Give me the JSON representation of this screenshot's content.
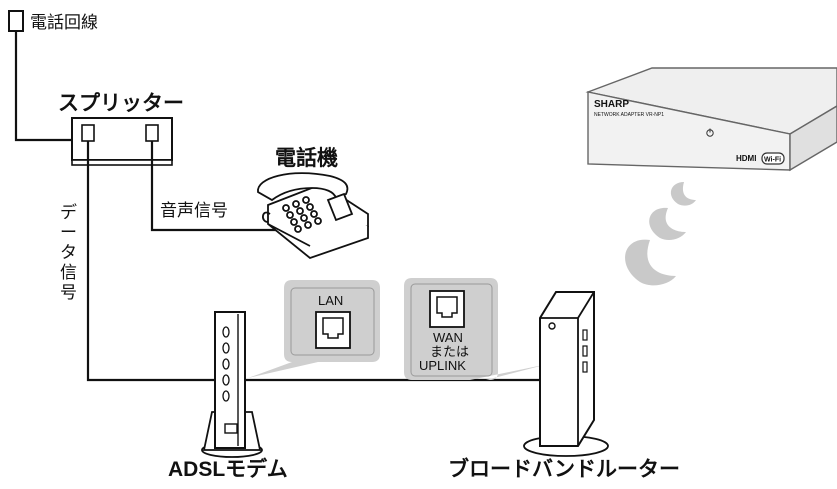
{
  "labels": {
    "phone_line": "電話回線",
    "splitter": "スプリッター",
    "telephone": "電話機",
    "voice_signal": "音声信号",
    "data_signal_chars": [
      "デ",
      "ー",
      "タ",
      "信",
      "号"
    ],
    "adsl_modem": "ADSLモデム",
    "broadband_router": "ブロードバンドルーター",
    "lan_port": "LAN",
    "wan_port_lines": [
      "WAN",
      "または",
      "UPLINK"
    ]
  },
  "device": {
    "brand": "SHARP",
    "model": "NETWORK ADAPTER VR-NP1",
    "hdmi": "HDMI",
    "wifi": "Wi-Fi"
  }
}
